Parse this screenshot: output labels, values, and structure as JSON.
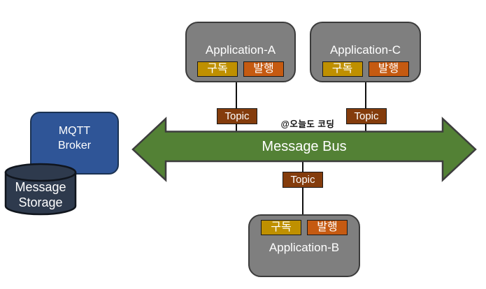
{
  "watermark": "@오늘도 코딩",
  "broker": {
    "line1": "MQTT",
    "line2": "Broker"
  },
  "storage": {
    "line1": "Message",
    "line2": "Storage"
  },
  "bus": {
    "label": "Message Bus"
  },
  "topics": [
    {
      "label": "Topic"
    },
    {
      "label": "Topic"
    },
    {
      "label": "Topic"
    }
  ],
  "apps": [
    {
      "label": "Application-A",
      "badges": [
        {
          "label": "구독"
        },
        {
          "label": "발행"
        }
      ]
    },
    {
      "label": "Application-C",
      "badges": [
        {
          "label": "구독"
        },
        {
          "label": "발행"
        }
      ]
    },
    {
      "label": "Application-B",
      "badges": [
        {
          "label": "구독"
        },
        {
          "label": "발행"
        }
      ]
    }
  ],
  "colors": {
    "app_fill": "#7F7F7F",
    "app_border": "#3B3B3B",
    "subscribe_fill": "#BF9000",
    "publish_fill": "#C55A11",
    "topic_fill": "#843C0C",
    "bus_fill": "#538135",
    "broker_fill": "#2F5597",
    "storage_fill": "#2E3A4D"
  }
}
